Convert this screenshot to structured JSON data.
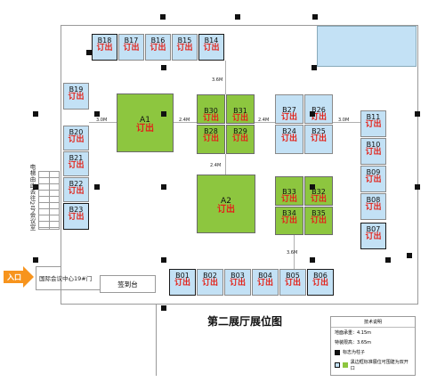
{
  "title": "第二展厅展位图",
  "status_sold": "订出",
  "booths": {
    "B18": "B18",
    "B17": "B17",
    "B16": "B16",
    "B15": "B15",
    "B14": "B14",
    "B19": "B19",
    "B20": "B20",
    "B21": "B21",
    "B22": "B22",
    "B23": "B23",
    "A1": "A1",
    "A2": "A2",
    "B30": "B30",
    "B31": "B31",
    "B28": "B28",
    "B29": "B29",
    "B27": "B27",
    "B26": "B26",
    "B24": "B24",
    "B25": "B25",
    "B33": "B33",
    "B32": "B32",
    "B34": "B34",
    "B35": "B35",
    "B11": "B11",
    "B10": "B10",
    "B09": "B09",
    "B08": "B08",
    "B07": "B07",
    "B01": "B01",
    "B02": "B02",
    "B03": "B03",
    "B04": "B04",
    "B05": "B05",
    "B06": "B06"
  },
  "dims": {
    "d1": "3.6M",
    "d2": "3.0M",
    "d3": "2.4M",
    "d4": "2.4M",
    "d5": "3.0M",
    "d6": "2.4M",
    "d7": "3.6M"
  },
  "labels": {
    "elevator": "电梯由此去往2号会议室",
    "entrance": "入口",
    "conference": "国际会议中心19#门",
    "signin": "签到台"
  },
  "legend": {
    "title": "技术说明",
    "line1": "地面承重：4.15m",
    "line2": "特装限高：3.65m",
    "line3": "标志为柱子",
    "line4": "黑边框标准展位可围建为双开口"
  },
  "colors": {
    "standard_booth": "#c3e1f5",
    "raw_space_booth": "#8dc63f",
    "sold_text": "#e2231a",
    "entrance": "#f7941d"
  }
}
